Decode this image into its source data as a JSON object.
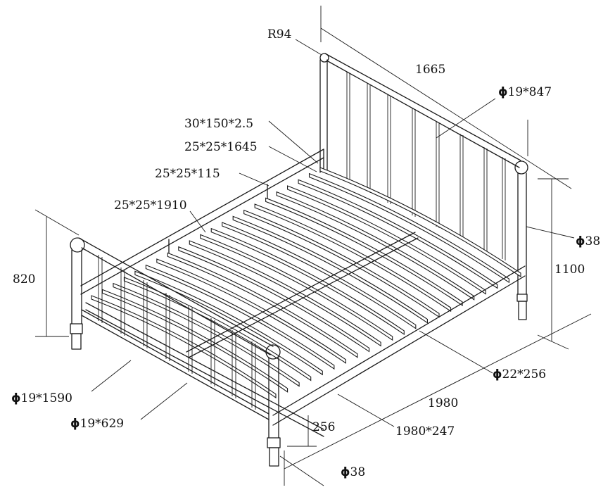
{
  "labels": {
    "r94": "R94",
    "len1665": "1665",
    "rod_head": "19*847",
    "slat": "30*150*2.5",
    "rail1645": "25*25*1645",
    "rail115": "25*25*115",
    "rail1910": "25*25*1910",
    "leg38_right": "38",
    "h1100": "1100",
    "h820": "820",
    "rod_side": "22*256",
    "len1980": "1980",
    "rod_foot": "19*1590",
    "rod_foot2": "19*629",
    "h256": "256",
    "side1980": "1980*247",
    "leg38_front": "38"
  },
  "symbols": {
    "diameter": "ϕ"
  }
}
